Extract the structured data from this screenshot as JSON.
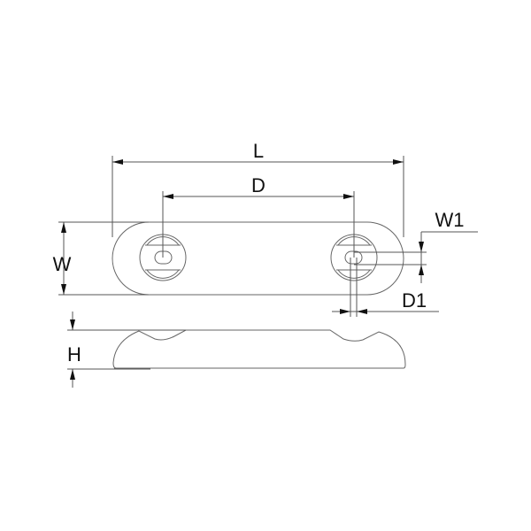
{
  "drawing": {
    "title": "Anode plate technical dimension drawing",
    "views": [
      "top-view",
      "side-view"
    ],
    "line_color": "#555555",
    "arrow_color": "#111111"
  },
  "dimensions": {
    "L": {
      "label": "L",
      "description": "overall length"
    },
    "D": {
      "label": "D",
      "description": "hole center distance"
    },
    "W": {
      "label": "W",
      "description": "width"
    },
    "W1": {
      "label": "W1",
      "description": "slot width"
    },
    "D1": {
      "label": "D1",
      "description": "slot length / bolt diameter"
    },
    "H": {
      "label": "H",
      "description": "height"
    }
  }
}
